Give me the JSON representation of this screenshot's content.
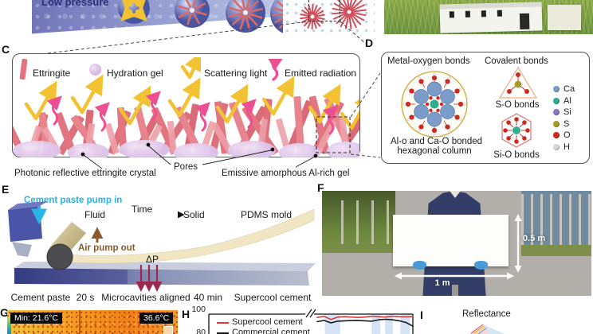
{
  "panel_letters": {
    "c": "C",
    "d": "D",
    "e": "E",
    "f": "F",
    "g": "G",
    "h": "H",
    "i": "I"
  },
  "top_strip": {
    "low_pressure_label": "Low pressure"
  },
  "panel_c": {
    "legend": [
      {
        "label": "Ettringite"
      },
      {
        "label": "Hydration gel"
      },
      {
        "label": "Scattering light"
      },
      {
        "label": "Emitted radiation"
      }
    ],
    "label_photonic": "Photonic reflective ettringite crystal",
    "label_pores": "Pores",
    "label_emissive": "Emissive amorphous Al-rich gel",
    "colors": {
      "ettringite": "#e2747f",
      "scattering": "#f2c233",
      "emitted": "#ee4f92",
      "gel": "#e9d5f0"
    }
  },
  "panel_d": {
    "metal_oxygen_title": "Metal-oxygen bonds",
    "covalent_title": "Covalent bonds",
    "so_label": "S-O bonds",
    "sio_label": "Si-O bonds",
    "caption_line1": "Al-o and Ca-O bonded",
    "caption_line2": "hexagonal column",
    "atoms": [
      {
        "label": "Ca",
        "color": "#7b9cc9"
      },
      {
        "label": "Al",
        "color": "#2fae8e"
      },
      {
        "label": "Si",
        "color": "#8878c3"
      },
      {
        "label": "S",
        "color": "#a89b26"
      },
      {
        "label": "O",
        "color": "#cc2a1e"
      },
      {
        "label": "H",
        "color": "#d9d9d9"
      }
    ]
  },
  "panel_e": {
    "pump_in": "Cement paste pump in",
    "fluid": "Fluid",
    "time": "Time",
    "solid": "Solid",
    "pdms": "PDMS mold",
    "air_out": "Air pump out",
    "delta_p": "ΔP",
    "steps": [
      "Cement paste",
      "20 s",
      "Microcavities aligned",
      "40 min",
      "Supercool cement"
    ],
    "colors": {
      "pump_in": "#29b2e8",
      "air_out": "#8a5a28",
      "delta_p": "#9c2a50"
    }
  },
  "panel_f": {
    "height_label": "0.5 m",
    "width_label": "1 m"
  },
  "panel_g": {
    "min_label": "Min: 21.6°C",
    "max_label": "36.6°C"
  },
  "panel_h": {
    "y_tick_top": "100",
    "y_tick_bottom": "80",
    "legend": [
      {
        "label": "Supercool cement",
        "color": "#d83b3b"
      },
      {
        "label": "Commercial cement",
        "color": "#1a1a1a"
      }
    ]
  },
  "panel_i": {
    "title": "Reflectance"
  },
  "chart_data": {
    "type": "line",
    "title": "",
    "y_ticks_visible": [
      100,
      80
    ],
    "axis_break_top": true,
    "legend_position": "top-left",
    "chart_cropped_bottom": true,
    "series": [
      {
        "name": "Supercool cement",
        "color": "#d83b3b",
        "values": [
          96,
          97.5,
          93.5,
          96.5,
          97,
          96.5,
          96,
          96.5,
          97.5,
          97,
          96.5,
          97.5,
          97,
          96.8,
          97.2
        ]
      },
      {
        "name": "Commercial cement",
        "color": "#1a1a1a",
        "values": [
          91,
          92.5,
          89.5,
          91.5,
          92,
          92.3,
          92.5,
          92,
          91.5,
          93.2,
          93.8,
          93.2,
          92,
          90,
          85.5
        ]
      }
    ],
    "shaded_bands_x": [
      [
        0.08,
        0.24
      ],
      [
        0.57,
        0.66
      ],
      [
        0.71,
        0.79
      ],
      [
        0.87,
        0.97
      ]
    ],
    "shaded_band_color": "#c9ddf1"
  }
}
